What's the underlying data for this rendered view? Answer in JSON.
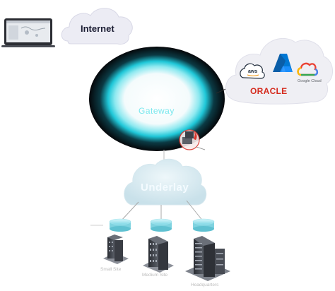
{
  "diagram": {
    "internet_label": "Internet",
    "gateway_label": "Gateway",
    "underlay_label": "Underlay",
    "cloud_providers": {
      "aws": "aws",
      "azure_icon": "azure-logo-icon",
      "google": "Google Cloud",
      "oracle": "ORACLE"
    },
    "sites": [
      {
        "label": "Small Site"
      },
      {
        "label": "Medium Site"
      },
      {
        "label": "Headquarters"
      }
    ]
  },
  "colors": {
    "gateway_ring": "#2fd3e0",
    "gateway_dark": "#06080c",
    "cloud_fill": "#eeeef5",
    "underlay_fill": "#dfeef3",
    "oracle_red": "#d52b1e",
    "azure_blue": "#0078d4",
    "aws_dark": "#232f3e"
  }
}
